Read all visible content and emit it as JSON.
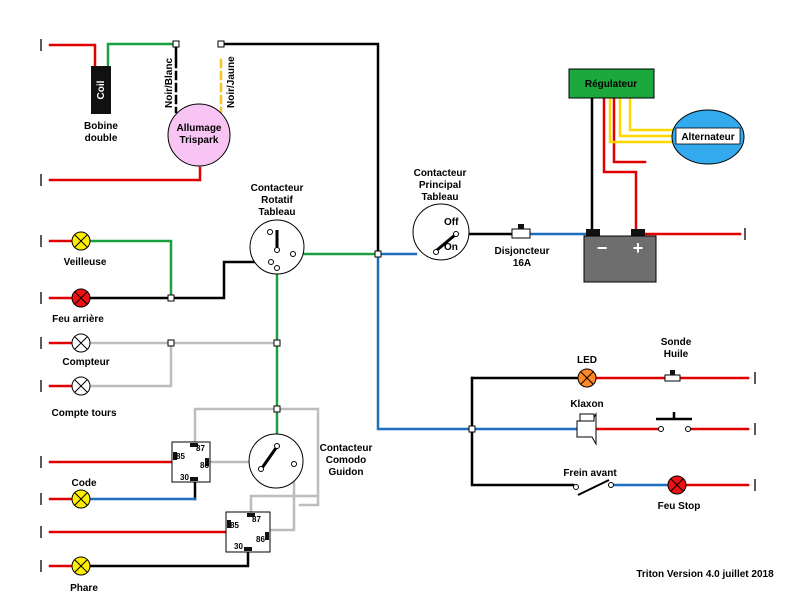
{
  "labels": {
    "coil_text": "Coil",
    "bobine": "Bobine",
    "double": "double",
    "noir_blanc": "Noir/Blanc",
    "noir_jaune": "Noir/Jaune",
    "allumage": "Allumage",
    "trispark": "Trispark",
    "regulateur": "Régulateur",
    "alternateur": "Alternateur",
    "contacteur_principal": [
      "Contacteur",
      "Principal",
      "Tableau"
    ],
    "off": "Off",
    "on": "On",
    "disjoncteur": [
      "Disjoncteur",
      "16A"
    ],
    "minus": "−",
    "plus": "+",
    "contacteur_rotatif": [
      "Contacteur",
      "Rotatif",
      "Tableau"
    ],
    "veilleuse": "Veilleuse",
    "feu_arriere": "Feu arrière",
    "compteur": "Compteur",
    "compte_tours": "Compte tours",
    "code": "Code",
    "phare": "Phare",
    "relay_pins": [
      "85",
      "87",
      "86",
      "30"
    ],
    "contacteur_comodo": [
      "Contacteur",
      "Comodo",
      "Guidon"
    ],
    "led": "LED",
    "sonde_huile": [
      "Sonde",
      "Huile"
    ],
    "klaxon": "Klaxon",
    "frein_avant": "Frein avant",
    "feu_stop": "Feu Stop",
    "version": "Triton Version 4.0 juillet 2018"
  },
  "colors": {
    "red_wire": "#e00000",
    "green_wire": "#1aa040",
    "black_wire": "#000000",
    "blue_wire": "#1f6fbf",
    "grey_wire": "#bdbdbd",
    "yellow_wire": "#f7c52a",
    "regulator_fill": "#1ca83c",
    "alternator_fill": "#33aaee",
    "allumage_fill": "#f7c4f3",
    "battery_fill": "#6e6e6e",
    "lamp_yellow": "#ffee00",
    "lamp_red": "#ee1111",
    "lamp_orange": "#ff8822"
  }
}
